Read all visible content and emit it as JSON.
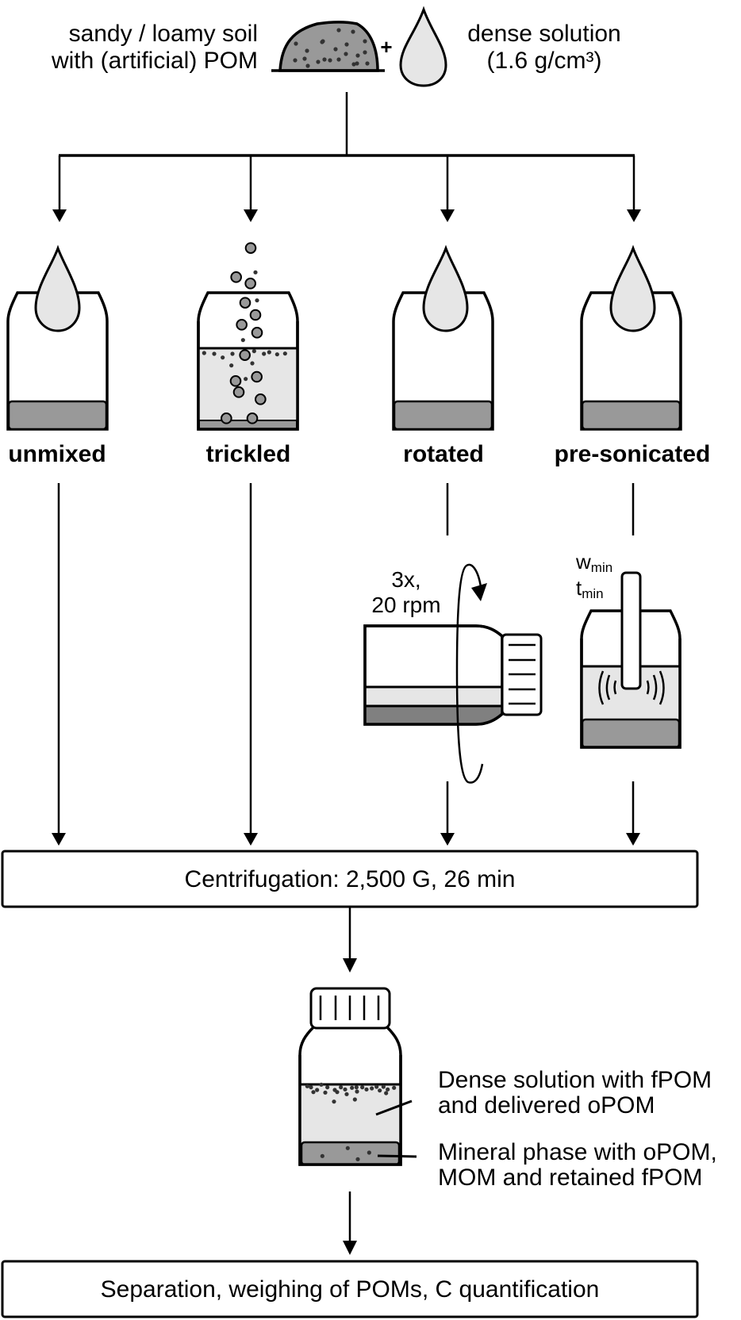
{
  "inputs": {
    "soil_label_line1": "sandy / loamy soil",
    "soil_label_line2": "with (artificial) POM",
    "plus_sign": "+",
    "solution_label_line1": "dense solution",
    "solution_label_line2": "(1.6 g/cm³)"
  },
  "treatments": [
    {
      "label": "unmixed"
    },
    {
      "label": "trickled"
    },
    {
      "label": "rotated",
      "note_line1": "3x,",
      "note_line2": "20 rpm"
    },
    {
      "label": "pre-sonicated",
      "note_w": "w",
      "note_w_sub": "min",
      "note_t": "t",
      "note_t_sub": "min"
    }
  ],
  "steps": {
    "centrifugation": "Centrifugation: 2,500 G, 26 min",
    "final": "Separation, weighing of POMs, C quantification"
  },
  "result_labels": {
    "upper_line1": "Dense solution with fPOM",
    "upper_line2": "and delivered oPOM",
    "lower_line1": "Mineral phase with oPOM,",
    "lower_line2": "MOM and retained fPOM"
  },
  "colors": {
    "liquid": "#e6e6e6",
    "sediment": "#999999",
    "particle_dot": "#333333"
  }
}
